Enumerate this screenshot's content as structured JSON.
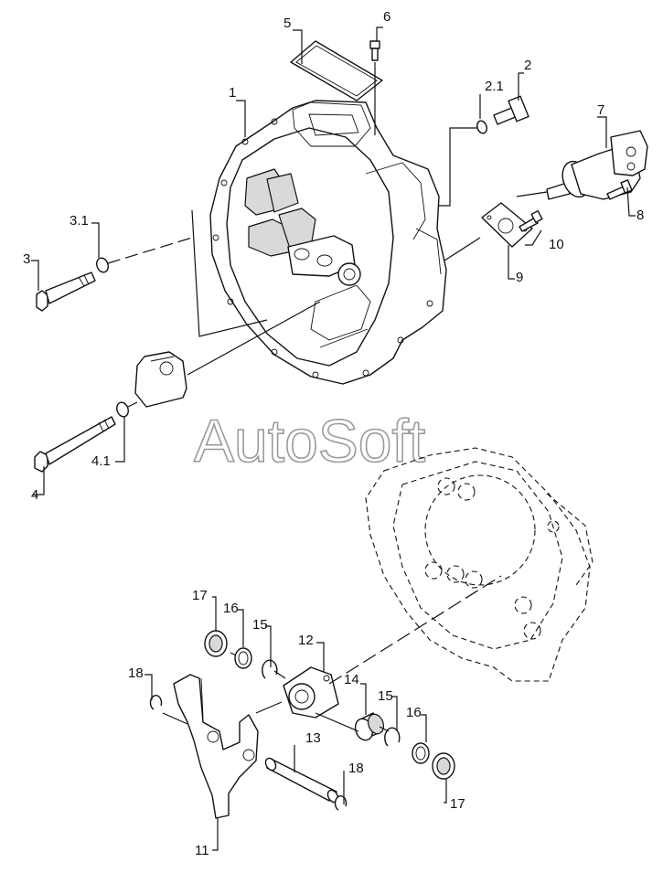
{
  "watermark": "AutoSoft",
  "callouts": {
    "c1": "1",
    "c2": "2",
    "c2_1": "2.1",
    "c3": "3",
    "c3_1": "3.1",
    "c4": "4",
    "c4_1": "4.1",
    "c5": "5",
    "c6": "6",
    "c7": "7",
    "c8": "8",
    "c9": "9",
    "c10": "10",
    "c11": "11",
    "c12": "12",
    "c13": "13",
    "c14": "14",
    "c15a": "15",
    "c15b": "15",
    "c16a": "16",
    "c16b": "16",
    "c17a": "17",
    "c17b": "17",
    "c18a": "18",
    "c18b": "18"
  }
}
